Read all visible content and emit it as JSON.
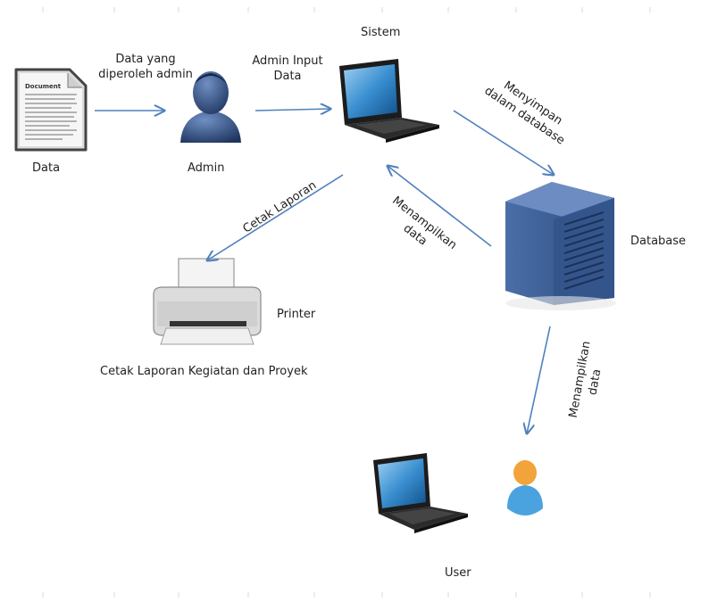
{
  "labels": {
    "data_source_line1": "Data yang",
    "data_source_line2": "diperoleh admin",
    "admin_input_line1": "Admin Input",
    "admin_input_line2": "Data",
    "system": "Sistem",
    "data": "Data",
    "admin": "Admin",
    "store_line1": "Menyimpan",
    "store_line2": "dalam database",
    "print_report": "Cetak Laporan",
    "show_data_line1": "Menampilkan",
    "show_data_line2": "data",
    "database": "Database",
    "printer": "Printer",
    "print_caption": "Cetak Laporan Kegiatan dan Proyek",
    "show_user_line1": "Menampilkan",
    "show_user_line2": "data",
    "user": "User"
  },
  "document_icon": {
    "title": "Document"
  },
  "colors": {
    "arrow": "#4f81bd",
    "server_body": "#3b5a8e",
    "person_admin": "#2c4a7a",
    "person_user_head": "#f2a33a",
    "person_user_body": "#4aa3df",
    "laptop_screen": "#3a8fd0"
  },
  "icons": [
    "document-icon",
    "admin-person-icon",
    "laptop-icon",
    "server-icon",
    "printer-icon",
    "user-person-icon"
  ]
}
